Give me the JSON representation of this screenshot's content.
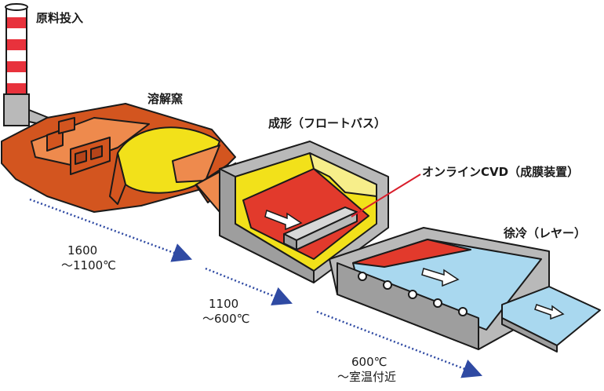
{
  "labels": {
    "raw_input": "原料投入",
    "melting": "溶解窯",
    "forming": "成形（フロートバス）",
    "cvd": "オンラインCVD（成膜装置）",
    "annealing": "徐冷（レヤー）"
  },
  "temps": {
    "t1_line1": "1600",
    "t1_line2": "～1100℃",
    "t2_line1": "1100",
    "t2_line2": "～600℃",
    "t3_line1": "600℃",
    "t3_line2": "～室温付近"
  },
  "colors": {
    "furnace": "#d3551f",
    "furnace_light": "#ee8a4d",
    "glass_hot": "#f2e11a",
    "glass_red": "#e23a2c",
    "housing": "#b9b9b9",
    "annealer_glass": "#a9d8ef",
    "arrow_blue": "#2f4aa3",
    "leader_red": "#d91e2b",
    "chimney_red": "#e8323c"
  }
}
